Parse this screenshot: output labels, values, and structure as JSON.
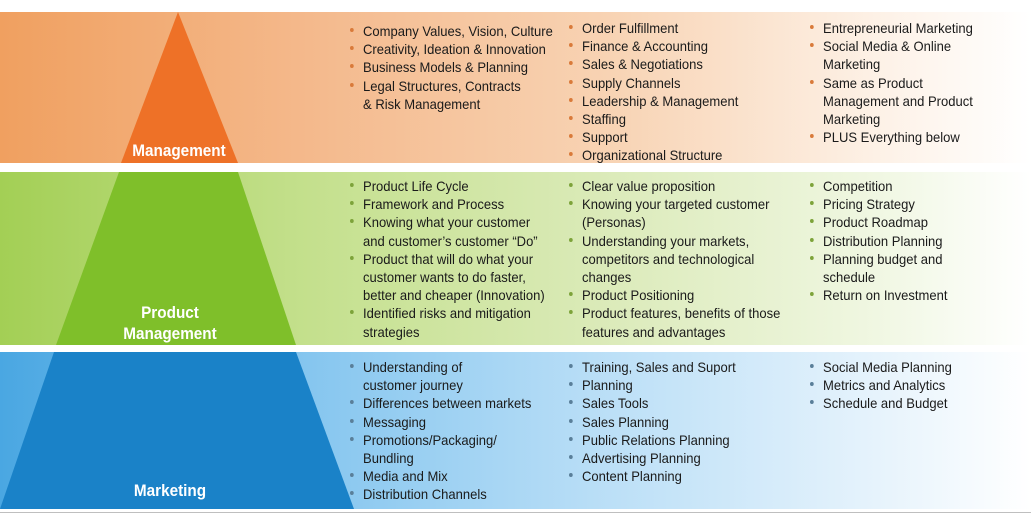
{
  "tiers": [
    {
      "label_lines": [
        "Management"
      ],
      "color": "#ee7127",
      "columns": [
        [
          "Company Values, Vision, Culture",
          "Creativity, Ideation & Innovation",
          "Business Models & Planning",
          "Legal Structures, Contracts",
          "& Risk Management"
        ],
        [
          "Order Fulfillment",
          "Finance & Accounting",
          "Sales & Negotiations",
          "Supply Channels",
          "Leadership & Management",
          "Staffing",
          "Support",
          "Organizational Structure"
        ],
        [
          "Entrepreneurial Marketing",
          "Social Media & Online",
          "Marketing",
          "Same as Product",
          "Management and Product",
          "Marketing",
          "PLUS Everything below"
        ]
      ],
      "bullets": [
        [
          true,
          true,
          true,
          true,
          false
        ],
        [
          true,
          true,
          true,
          true,
          true,
          true,
          true,
          true
        ],
        [
          true,
          true,
          false,
          true,
          false,
          false,
          true
        ]
      ]
    },
    {
      "label_lines": [
        "Product",
        "Management"
      ],
      "color": "#7fbf2a",
      "columns": [
        [
          "Product Life Cycle",
          "Framework and Process",
          "Knowing what your customer",
          "and customer’s customer “Do”",
          "Product that will do what your",
          "customer wants to do faster,",
          "better and cheaper (Innovation)",
          "Identified risks and mitigation",
          "strategies"
        ],
        [
          "Clear value proposition",
          "Knowing your targeted customer",
          "(Personas)",
          "Understanding your markets,",
          "competitors and technological",
          "changes",
          "Product Positioning",
          "Product features, benefits of those",
          "features and advantages"
        ],
        [
          "Competition",
          "Pricing Strategy",
          "Product Roadmap",
          "Distribution Planning",
          "Planning budget and",
          "schedule",
          "Return on Investment"
        ]
      ],
      "bullets": [
        [
          true,
          true,
          true,
          false,
          true,
          false,
          false,
          true,
          false
        ],
        [
          true,
          true,
          false,
          true,
          false,
          false,
          true,
          true,
          false
        ],
        [
          true,
          true,
          true,
          true,
          true,
          false,
          true
        ]
      ]
    },
    {
      "label_lines": [
        "Marketing"
      ],
      "color": "#1a82c8",
      "columns": [
        [
          "Understanding of",
          "customer journey",
          "Differences between markets",
          "Messaging",
          "Promotions/Packaging/",
          "Bundling",
          "Media and Mix",
          "Distribution Channels"
        ],
        [
          "Training, Sales and Suport",
          "Planning",
          "Sales Tools",
          "Sales Planning",
          "Public Relations Planning",
          "Advertising Planning",
          "Content Planning"
        ],
        [
          "Social Media Planning",
          "Metrics and Analytics",
          "Schedule and Budget"
        ]
      ],
      "bullets": [
        [
          true,
          false,
          true,
          true,
          true,
          false,
          true,
          true
        ],
        [
          true,
          true,
          true,
          true,
          true,
          true,
          true
        ],
        [
          true,
          true,
          true
        ]
      ]
    }
  ]
}
